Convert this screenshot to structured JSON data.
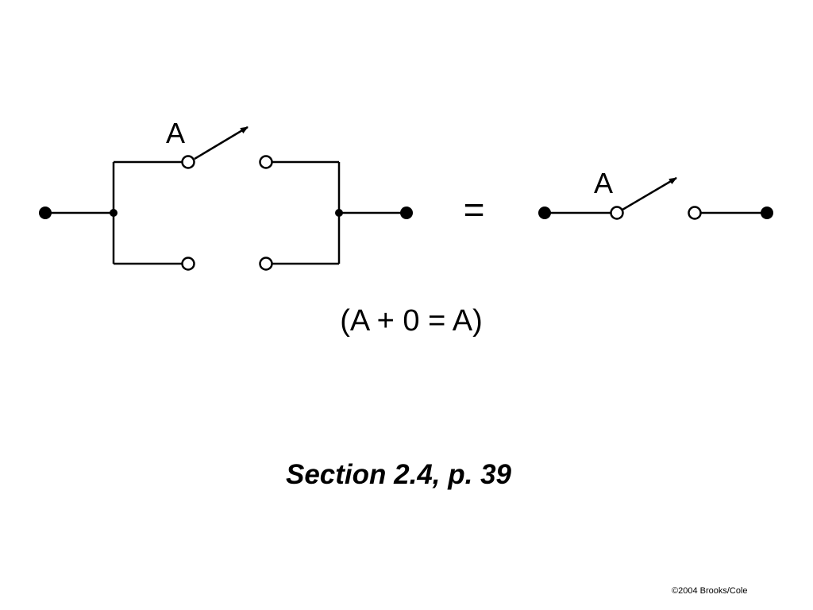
{
  "diagram": {
    "left_circuit": {
      "switch_label": "A"
    },
    "equals_sign": "=",
    "right_circuit": {
      "switch_label": "A"
    },
    "equation": "(A + 0 = A)"
  },
  "section_reference": "Section 2.4, p. 39",
  "copyright": "©2004 Brooks/Cole"
}
